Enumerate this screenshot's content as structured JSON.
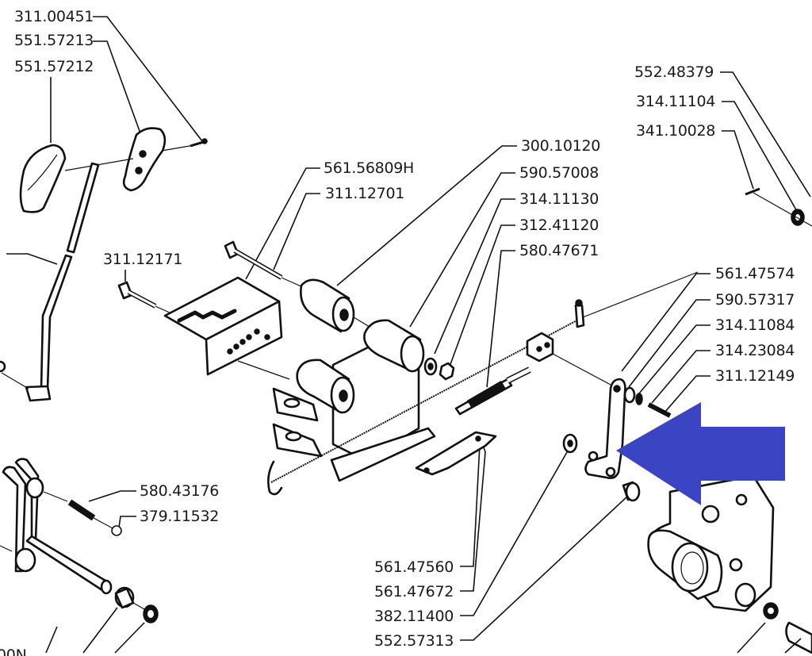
{
  "diagram": {
    "type": "exploded-parts-diagram",
    "highlight_arrow": {
      "direction": "left",
      "color": "#3b45c4",
      "points_to": "561.47574"
    },
    "labels": {
      "l311_00451": "311.00451",
      "l551_57213": "551.57213",
      "l551_57212": "551.57212",
      "l552_48379": "552.48379",
      "l314_11104": "314.11104",
      "l341_10028": "341.10028",
      "l300_10120": "300.10120",
      "l561_56809H": "561.56809H",
      "l590_57008": "590.57008",
      "l311_12701": "311.12701",
      "l314_11130": "314.11130",
      "l312_41120": "312.41120",
      "l580_47671": "580.47671",
      "l311_12171": "311.12171",
      "l561_47574": "561.47574",
      "l590_57317": "590.57317",
      "l314_11084": "314.11084",
      "l314_23084": "314.23084",
      "l311_12149": "311.12149",
      "l580_43176": "580.43176",
      "l379_11532": "379.11532",
      "l561_47560": "561.47560",
      "l561_47672": "561.47672",
      "l382_11400": "382.11400",
      "l552_57313": "552.57313",
      "l_partial_bottom_left": "00N"
    }
  }
}
